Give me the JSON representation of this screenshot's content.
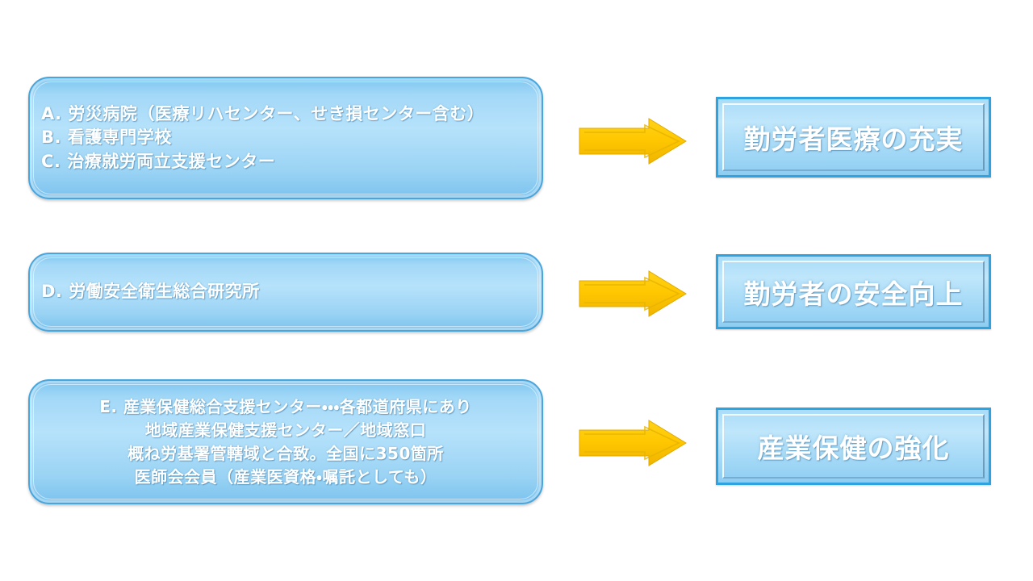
{
  "slide": {
    "background_color": "#ffffff",
    "accent_box_color": "#9ad3f4",
    "accent_border_color": "#49a6dd",
    "arrow_color": "#FFC800",
    "text_color": "#ffffff"
  },
  "rows": [
    {
      "source_label": "A. 労災病院（医療リハセンター、せき損センター含む）\nB. 看護専門学校\nC. 治療就労両立支援センター",
      "arrow_icon": "right-arrow-icon",
      "result_label": "勤労者医療の充実"
    },
    {
      "source_label": "D. 労働安全衛生総合研究所",
      "arrow_icon": "right-arrow-icon",
      "result_label": "勤労者の安全向上"
    },
    {
      "source_label": "E. 産業保健総合支援センター・・・各都道府県にあり\n地域産業保健支援センター／地域窓口\n概ね労基署管轄域と合致。全国に350箇所\n医師会会員（産業医資格・嘱託としても）",
      "arrow_icon": "right-arrow-icon",
      "result_label": "産業保健の強化"
    }
  ]
}
